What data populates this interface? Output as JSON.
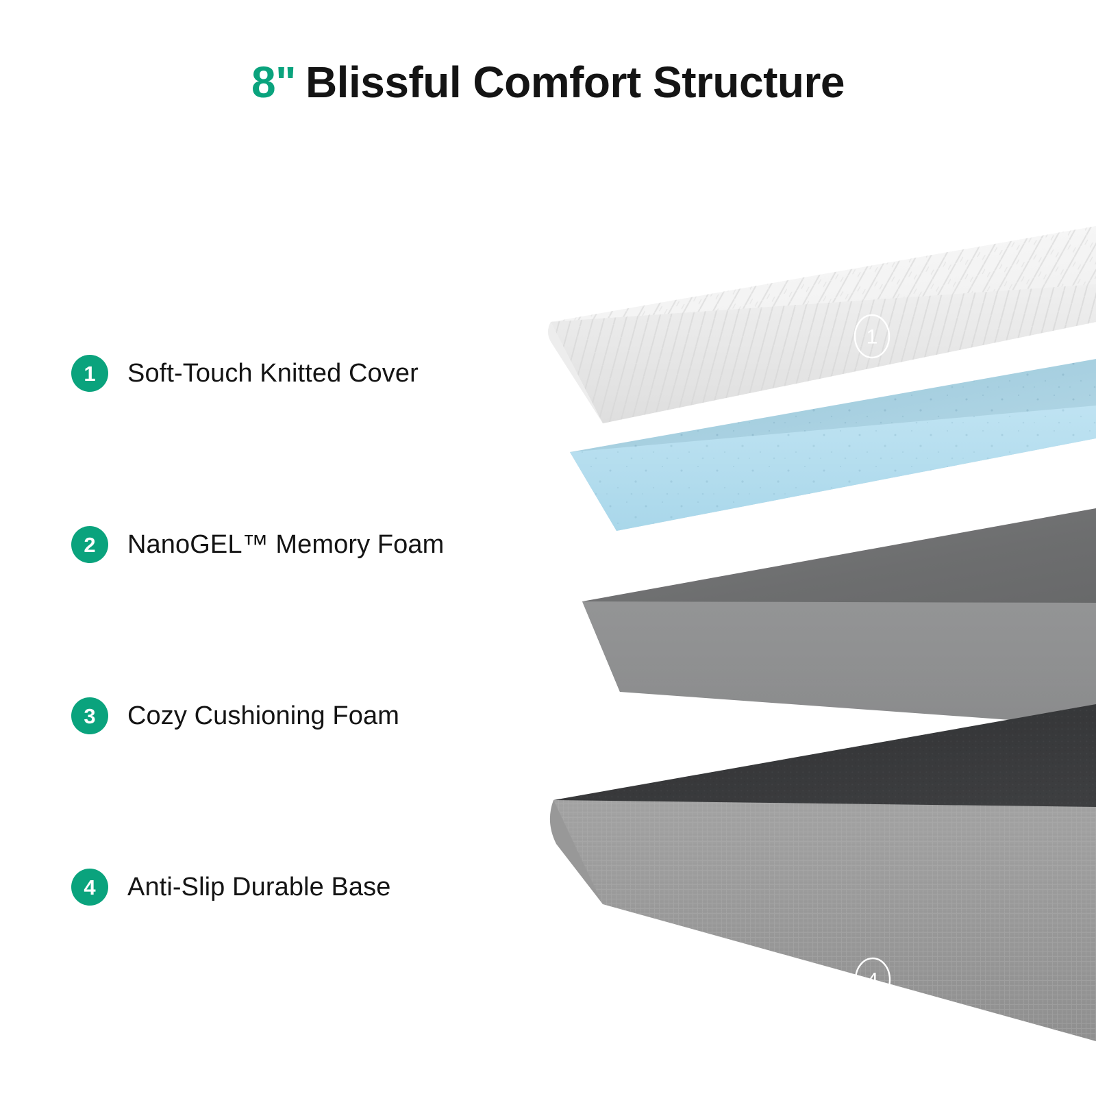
{
  "title": {
    "inches": "8\"",
    "main": "Blissful Comfort Structure",
    "full": "8\" Blissful Comfort Structure",
    "accent_color": "#0aa37d",
    "text_color": "#141414"
  },
  "legend": {
    "badge_color": "#0aa37d",
    "badge_text_color": "#ffffff",
    "items": [
      {
        "number": "1",
        "label": "Soft-Touch Knitted Cover"
      },
      {
        "number": "2",
        "label": "NanoGEL™ Memory Foam"
      },
      {
        "number": "3",
        "label": "Cozy Cushioning Foam"
      },
      {
        "number": "4",
        "label": "Anti-Slip Durable Base"
      }
    ]
  },
  "diagram": {
    "type": "exploded-layer-stack",
    "badge_ring_color": "#ffffff",
    "badge_text_color": "#ffffff",
    "layers": [
      {
        "number": "1",
        "name": "Soft-Touch Knitted Cover",
        "top_color": "#f2f2f2",
        "side_color": "#e8e8e8",
        "texture": "knitted-herringbone"
      },
      {
        "number": "2",
        "name": "NanoGEL™ Memory Foam",
        "top_color": "#a9ccdb",
        "side_color": "#bfe0ef",
        "texture": "gel-speckle"
      },
      {
        "number": "3",
        "name": "Cozy Cushioning Foam",
        "top_color": "#6e6f70",
        "side_color": "#919293",
        "texture": "smooth-foam"
      },
      {
        "number": "4",
        "name": "Anti-Slip Durable Base",
        "top_color": "#3a3b3d",
        "side_color": "#9a9a9a",
        "texture": "woven-fabric"
      }
    ]
  }
}
